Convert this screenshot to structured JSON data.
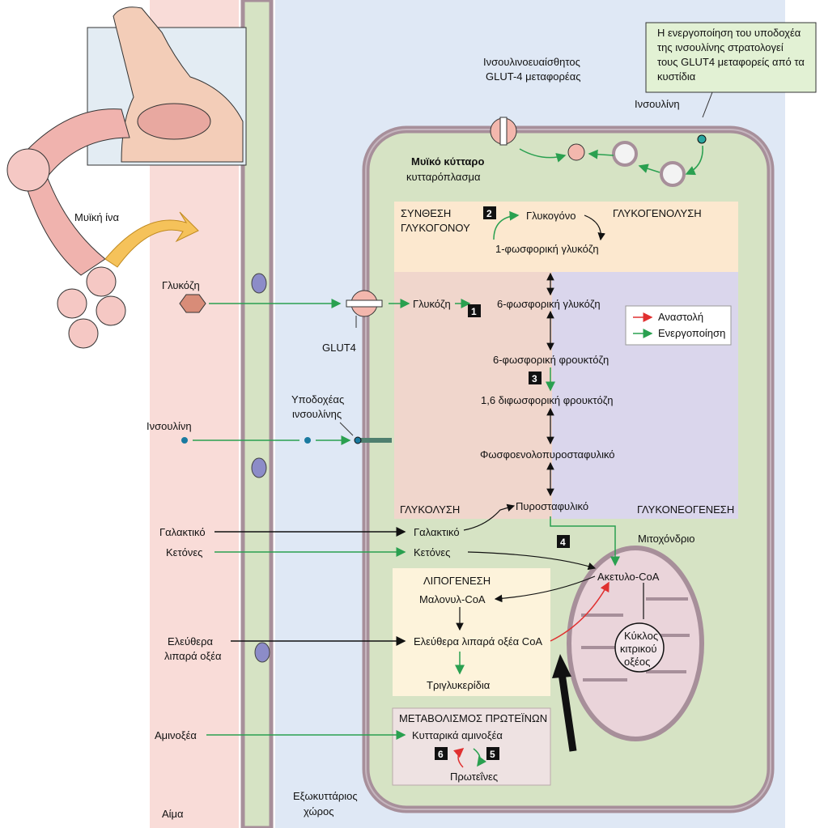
{
  "colors": {
    "blood": "#f9dcd8",
    "extracellular": "#dfe8f5",
    "cytoplasm": "#d6e3c4",
    "membrane": "#a78f9a",
    "inhibition": "#e03030",
    "activation": "#2aa050",
    "glycogen_box": "#fce8cf",
    "glycolysis_box": "#f0d6cc",
    "gluconeogenesis_box": "#dad6ec",
    "lipogenesis_box": "#fdf3db",
    "protein_box": "#eee2e2",
    "callout": "#e2f1d4"
  },
  "callout": {
    "line1": "Η ενεργοποίηση του υποδοχέα",
    "line2": "της ινσουλίνης στρατολογεί",
    "line3": "τους GLUT4 μεταφορείς από τα",
    "line4": "κυστίδια"
  },
  "top": {
    "transporter_line1": "Ινσουλινοευαίσθητος",
    "transporter_line2": "GLUT-4 μεταφορέας",
    "insulin": "Ινσουλίνη"
  },
  "cell": {
    "title": "Μυϊκό κύτταρο",
    "subtitle": "κυτταρόπλασμα"
  },
  "regions": {
    "glycogen_synthesis_1": "ΣΥΝΘΕΣΗ",
    "glycogen_synthesis_2": "ΓΛΥΚΟΓΟΝΟΥ",
    "glycogenolysis": "ΓΛΥΚΟΓΕΝΟΛΥΣΗ",
    "glycolysis": "ΓΛΥΚΟΛΥΣΗ",
    "gluconeogenesis": "ΓΛΥΚΟΝΕΟΓΕΝΕΣΗ",
    "lipogenesis": "ΛΙΠΟΓΕΝΕΣΗ",
    "protein_metabolism": "ΜΕΤΑΒΟΛΙΣΜΟΣ ΠΡΩΤΕΪΝΩΝ",
    "mitochondrion": "Μιτοχόνδριο"
  },
  "metabolites": {
    "glycogen": "Γλυκογόνο",
    "g1p": "1-φωσφορική γλυκόζη",
    "glucose_in": "Γλυκόζη",
    "g6p": "6-φωσφορική γλυκόζη",
    "f6p": "6-φωσφορική φρουκτόζη",
    "f16bp": "1,6 διφωσφορική φρουκτόζη",
    "pep": "Φωσφοενολοπυροσταφυλικό",
    "pyruvate": "Πυροσταφυλικό",
    "lactate_in": "Γαλακτικό",
    "ketones_in": "Κετόνες",
    "acetyl_coa": "Ακετυλο-CoA",
    "malonyl_coa": "Μαλονυλ-CoA",
    "ffa_coa": "Ελεύθερα λιπαρά οξέα CoA",
    "triglycerides": "Τριγλυκερίδια",
    "krebs_1": "Κύκλος",
    "krebs_2": "κιτρικού",
    "krebs_3": "οξέος",
    "cell_aminoacids": "Κυτταρικά αμινοξέα",
    "proteins": "Πρωτεΐνες"
  },
  "steps": {
    "s1": "1",
    "s2": "2",
    "s3": "3",
    "s4": "4",
    "s5": "5",
    "s6": "6"
  },
  "legend": {
    "inhibition": "Αναστολή",
    "activation": "Ενεργοποίηση"
  },
  "left": {
    "muscle_fiber": "Μυϊκή ίνα",
    "glucose": "Γλυκόζη",
    "glut4": "GLUT4",
    "receptor_1": "Υποδοχέας",
    "receptor_2": "ινσουλίνης",
    "insulin": "Ινσουλίνη",
    "lactate": "Γαλακτικό",
    "ketones": "Κετόνες",
    "ffa_1": "Ελεύθερα",
    "ffa_2": "λιπαρά οξέα",
    "aminoacids": "Αμινοξέα",
    "blood": "Αίμα",
    "extracellular_1": "Εξωκυττάριος",
    "extracellular_2": "χώρος"
  }
}
